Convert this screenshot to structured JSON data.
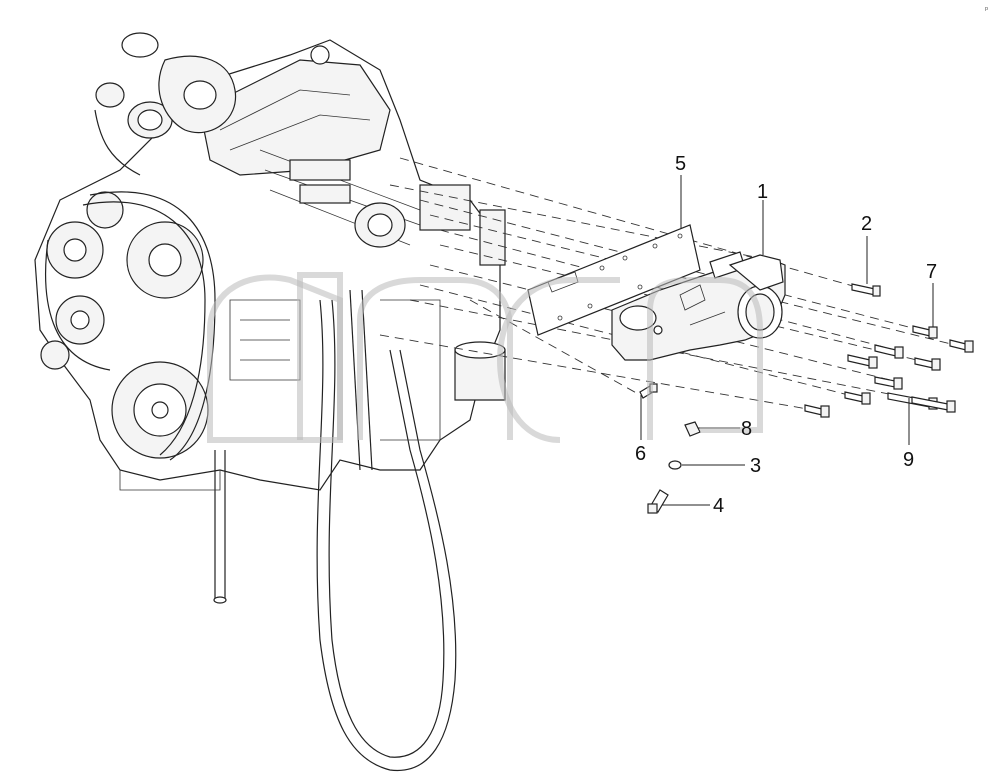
{
  "callouts": [
    {
      "id": "1",
      "label": "1"
    },
    {
      "id": "2",
      "label": "2"
    },
    {
      "id": "3",
      "label": "3"
    },
    {
      "id": "4",
      "label": "4"
    },
    {
      "id": "5",
      "label": "5"
    },
    {
      "id": "6",
      "label": "6"
    },
    {
      "id": "7",
      "label": "7"
    },
    {
      "id": "8",
      "label": "8"
    },
    {
      "id": "9",
      "label": "9"
    }
  ],
  "corner_mark": "ᵖ",
  "colors": {
    "line": "#222222",
    "watermark": "#b9b9b9",
    "background": "#ffffff"
  }
}
